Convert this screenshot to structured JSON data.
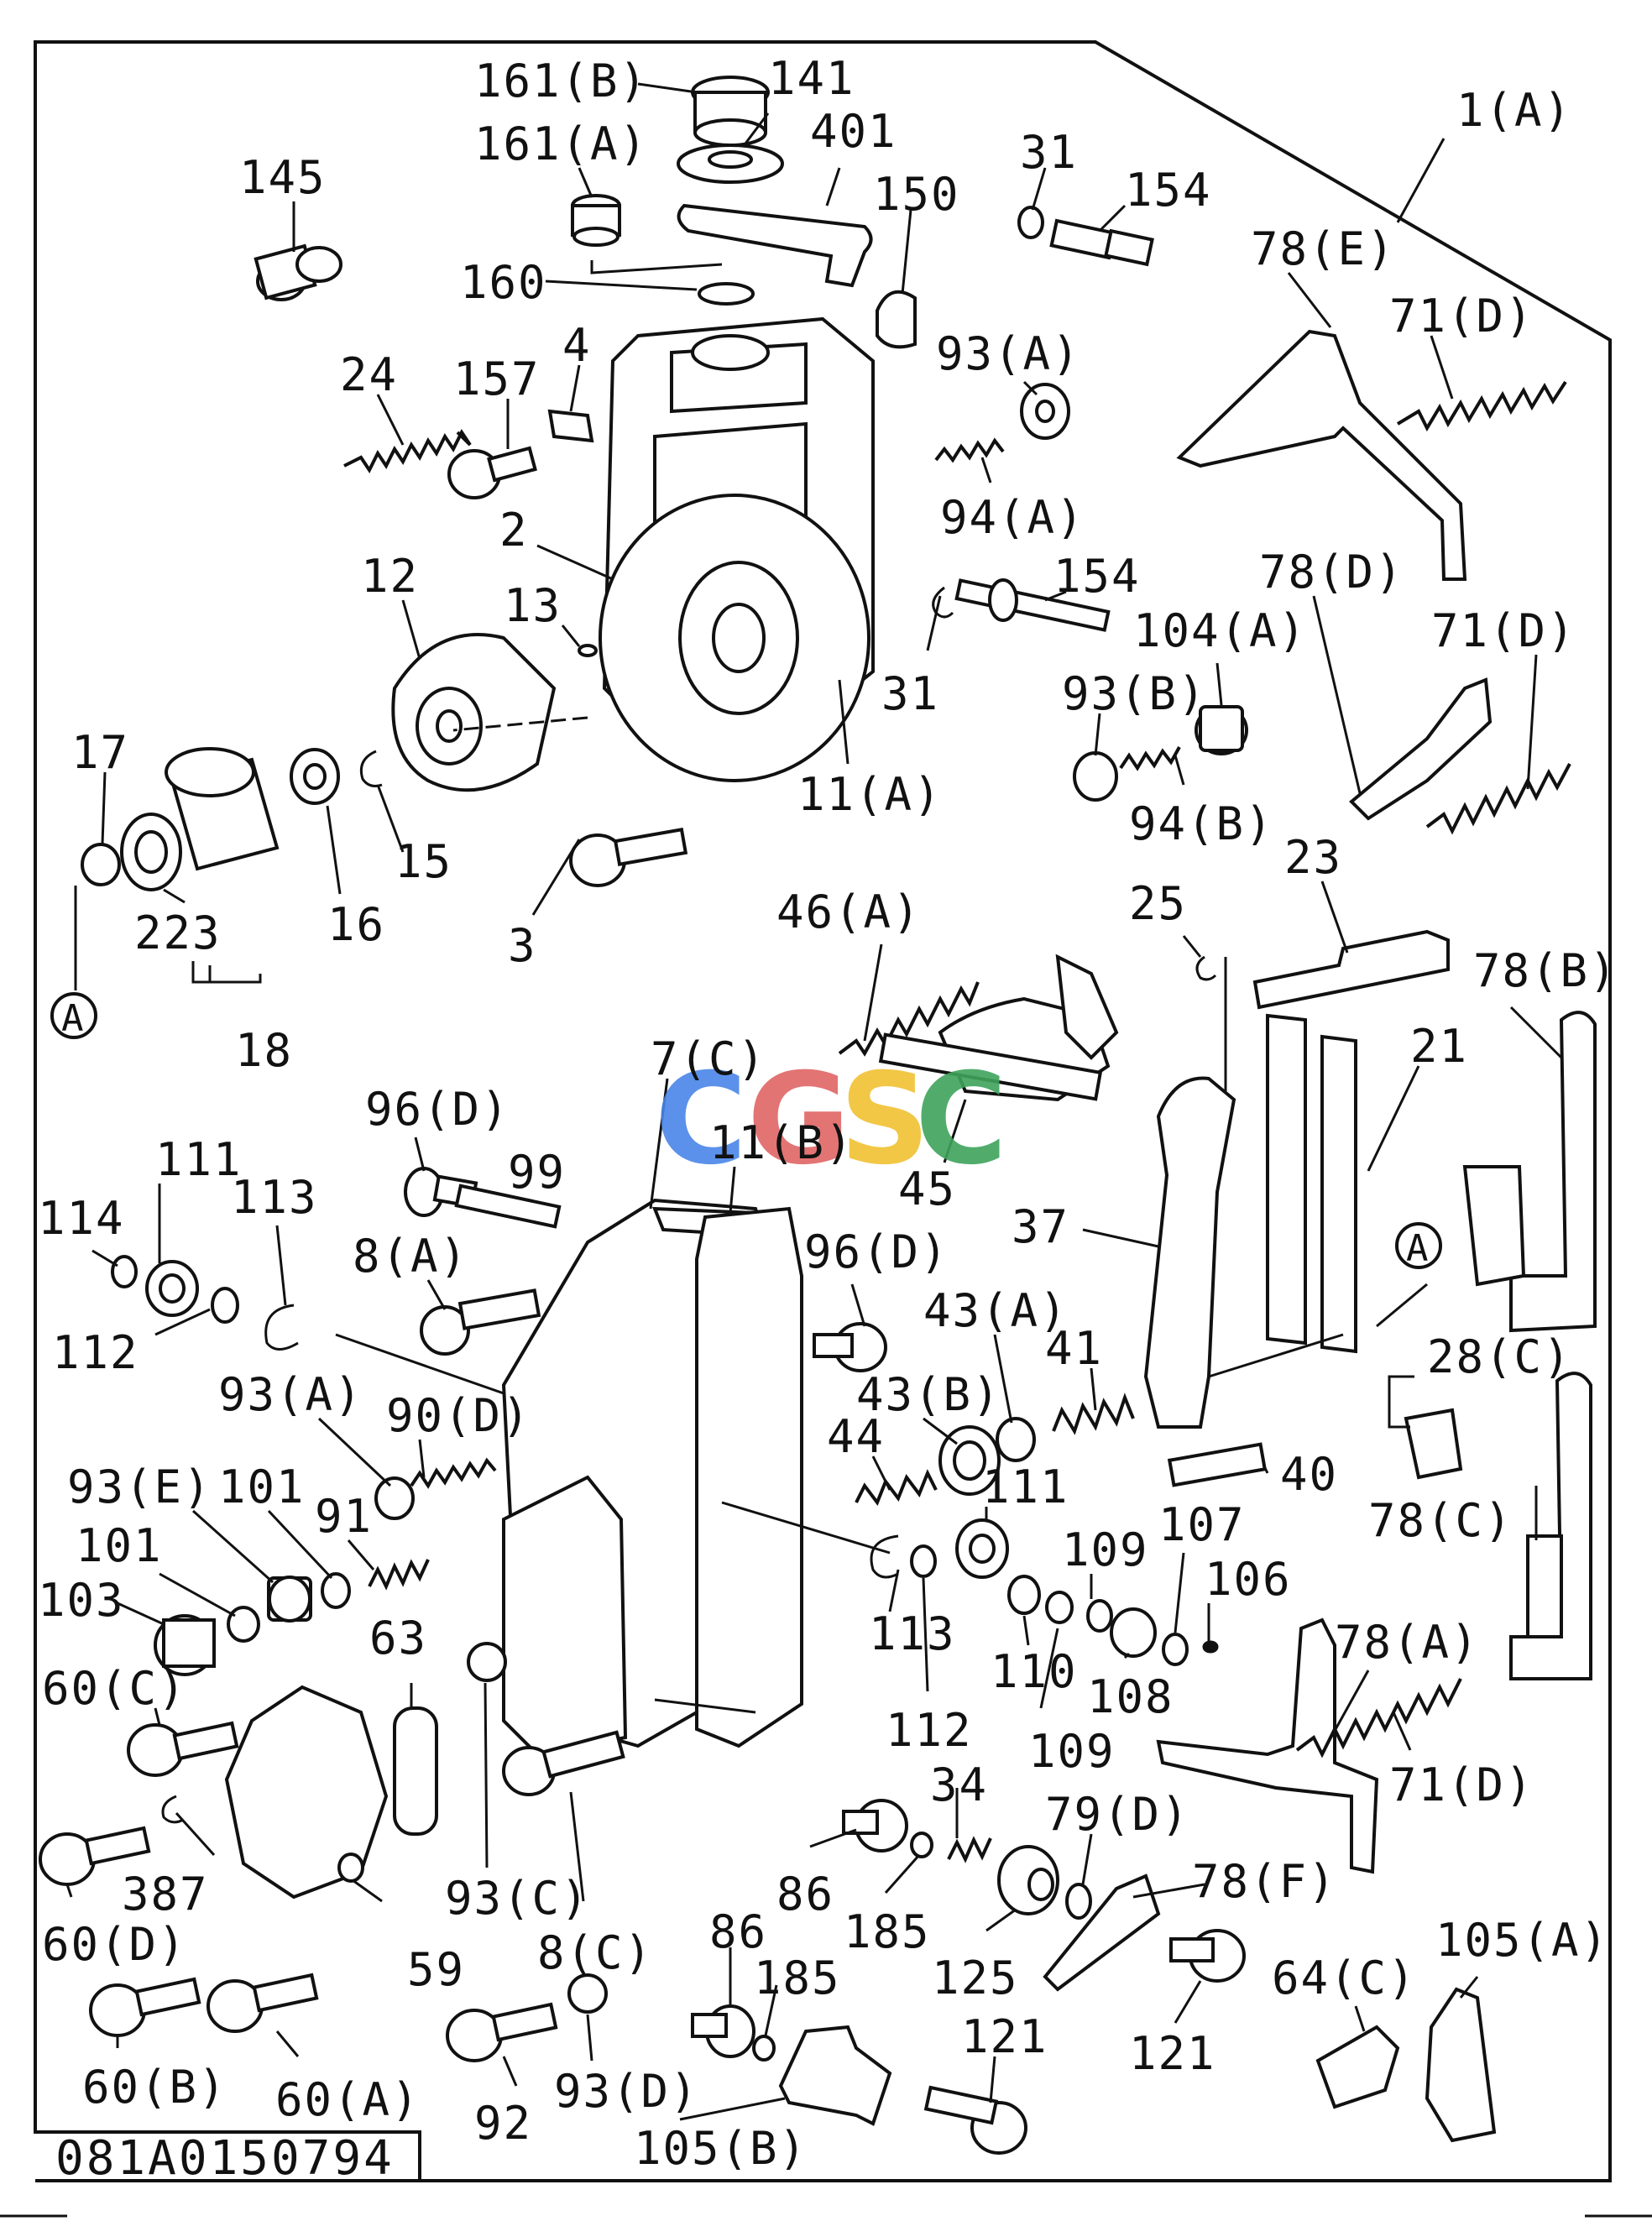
{
  "diagram_code": "081A0150794",
  "watermark": {
    "letters": [
      "C",
      "G",
      "S",
      "C"
    ],
    "colors": [
      "#4a86e8",
      "#e06666",
      "#f1c232",
      "#3fa45b"
    ]
  },
  "reference_marker": "A",
  "callouts": [
    {
      "id": "c1",
      "label": "161(B)"
    },
    {
      "id": "c2",
      "label": "141"
    },
    {
      "id": "c3",
      "label": "161(A)"
    },
    {
      "id": "c4",
      "label": "401"
    },
    {
      "id": "c5",
      "label": "145"
    },
    {
      "id": "c6",
      "label": "150"
    },
    {
      "id": "c7",
      "label": "31"
    },
    {
      "id": "c8",
      "label": "154"
    },
    {
      "id": "c9",
      "label": "1(A)"
    },
    {
      "id": "c10",
      "label": "160"
    },
    {
      "id": "c11",
      "label": "78(E)"
    },
    {
      "id": "c12",
      "label": "71(D)"
    },
    {
      "id": "c13",
      "label": "24"
    },
    {
      "id": "c14",
      "label": "157"
    },
    {
      "id": "c15",
      "label": "4"
    },
    {
      "id": "c16",
      "label": "93(A)"
    },
    {
      "id": "c17",
      "label": "94(A)"
    },
    {
      "id": "c18",
      "label": "2"
    },
    {
      "id": "c19",
      "label": "12"
    },
    {
      "id": "c20",
      "label": "13"
    },
    {
      "id": "c21",
      "label": "154"
    },
    {
      "id": "c22",
      "label": "78(D)"
    },
    {
      "id": "c23",
      "label": "104(A)"
    },
    {
      "id": "c24",
      "label": "71(D)"
    },
    {
      "id": "c25",
      "label": "93(B)"
    },
    {
      "id": "c26",
      "label": "31"
    },
    {
      "id": "c27",
      "label": "17"
    },
    {
      "id": "c28",
      "label": "11(A)"
    },
    {
      "id": "c29",
      "label": "94(B)"
    },
    {
      "id": "c30",
      "label": "15"
    },
    {
      "id": "c31",
      "label": "23"
    },
    {
      "id": "c32",
      "label": "223"
    },
    {
      "id": "c33",
      "label": "16"
    },
    {
      "id": "c34",
      "label": "46(A)"
    },
    {
      "id": "c35",
      "label": "25"
    },
    {
      "id": "c36",
      "label": "3"
    },
    {
      "id": "c37",
      "label": "78(B)"
    },
    {
      "id": "c38",
      "label": "18"
    },
    {
      "id": "c39",
      "label": "7(C)"
    },
    {
      "id": "c40",
      "label": "21"
    },
    {
      "id": "c41",
      "label": "96(D)"
    },
    {
      "id": "c42",
      "label": "111"
    },
    {
      "id": "c43",
      "label": "99"
    },
    {
      "id": "c44",
      "label": "11(B)"
    },
    {
      "id": "c45",
      "label": "45"
    },
    {
      "id": "c46",
      "label": "113"
    },
    {
      "id": "c47",
      "label": "114"
    },
    {
      "id": "c48",
      "label": "37"
    },
    {
      "id": "c49",
      "label": "96(D)"
    },
    {
      "id": "c50",
      "label": "8(A)"
    },
    {
      "id": "c51",
      "label": "43(A)"
    },
    {
      "id": "c52",
      "label": "112"
    },
    {
      "id": "c53",
      "label": "28(C)"
    },
    {
      "id": "c54",
      "label": "41"
    },
    {
      "id": "c55",
      "label": "93(A)"
    },
    {
      "id": "c56",
      "label": "43(B)"
    },
    {
      "id": "c57",
      "label": "90(D)"
    },
    {
      "id": "c58",
      "label": "44"
    },
    {
      "id": "c59",
      "label": "40"
    },
    {
      "id": "c60",
      "label": "93(E)"
    },
    {
      "id": "c61",
      "label": "101"
    },
    {
      "id": "c62",
      "label": "78(C)"
    },
    {
      "id": "c63",
      "label": "91"
    },
    {
      "id": "c64",
      "label": "111"
    },
    {
      "id": "c65",
      "label": "107"
    },
    {
      "id": "c66",
      "label": "101"
    },
    {
      "id": "c67",
      "label": "109"
    },
    {
      "id": "c68",
      "label": "106"
    },
    {
      "id": "c69",
      "label": "103"
    },
    {
      "id": "c70",
      "label": "113"
    },
    {
      "id": "c71",
      "label": "78(A)"
    },
    {
      "id": "c72",
      "label": "63"
    },
    {
      "id": "c73",
      "label": "110"
    },
    {
      "id": "c74",
      "label": "108"
    },
    {
      "id": "c75",
      "label": "60(C)"
    },
    {
      "id": "c76",
      "label": "112"
    },
    {
      "id": "c77",
      "label": "109"
    },
    {
      "id": "c78",
      "label": "71(D)"
    },
    {
      "id": "c79",
      "label": "34"
    },
    {
      "id": "c80",
      "label": "79(D)"
    },
    {
      "id": "c81",
      "label": "387"
    },
    {
      "id": "c82",
      "label": "86"
    },
    {
      "id": "c83",
      "label": "78(F)"
    },
    {
      "id": "c84",
      "label": "93(C)"
    },
    {
      "id": "c85",
      "label": "185"
    },
    {
      "id": "c86",
      "label": "60(D)"
    },
    {
      "id": "c87",
      "label": "59"
    },
    {
      "id": "c88",
      "label": "8(C)"
    },
    {
      "id": "c89",
      "label": "86"
    },
    {
      "id": "c90",
      "label": "125"
    },
    {
      "id": "c91",
      "label": "105(A)"
    },
    {
      "id": "c92",
      "label": "185"
    },
    {
      "id": "c93",
      "label": "64(C)"
    },
    {
      "id": "c94",
      "label": "121"
    },
    {
      "id": "c95",
      "label": "121"
    },
    {
      "id": "c96",
      "label": "60(B)"
    },
    {
      "id": "c97",
      "label": "60(A)"
    },
    {
      "id": "c98",
      "label": "93(D)"
    },
    {
      "id": "c99",
      "label": "92"
    },
    {
      "id": "c100",
      "label": "105(B)"
    }
  ]
}
